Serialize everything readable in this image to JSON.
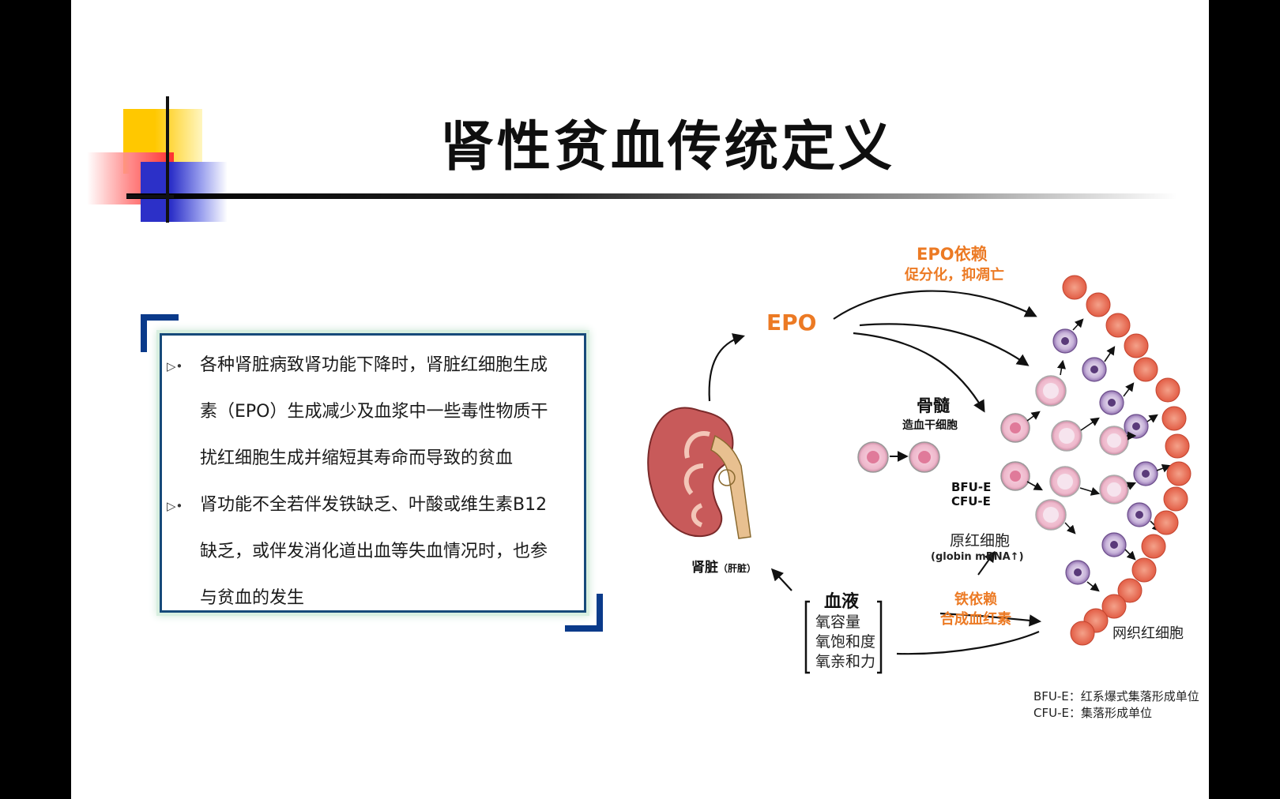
{
  "title": "肾性贫血传统定义",
  "bullets": [
    {
      "lines": [
        "各种肾脏病致肾功能下降时，肾脏红细胞生成",
        "素（EPO）生成减少及血浆中一些毒性物质干",
        "扰红细胞生成并缩短其寿命而导致的贫血"
      ]
    },
    {
      "lines": [
        "肾功能不全若伴发铁缺乏、叶酸或维生素B12",
        "缺乏，或伴发消化道出血等失血情况时，也参",
        "与贫血的发生"
      ]
    }
  ],
  "diagram": {
    "epo": "EPO",
    "epo_dependent_title": "EPO依赖",
    "epo_dependent_sub": "促分化，抑凋亡",
    "bone_marrow": "骨髓",
    "stem_cell": "造血干细胞",
    "bfu": "BFU-E",
    "cfu": "CFU-E",
    "kidney": "肾脏",
    "liver": "（肝脏）",
    "proerythroblast": "原红细胞",
    "globin": "(globin mRNA↑)",
    "iron_dependent_1": "铁依赖",
    "iron_dependent_2": "合成血红素",
    "reticulocyte": "网织红细胞",
    "blood_title": "血液",
    "blood_items": [
      "氧容量",
      "氧饱和度",
      "氧亲和力"
    ],
    "legend_bfu": "BFU-E：红系爆式集落形成单位",
    "legend_cfu": "CFU-E：集落形成单位"
  },
  "colors": {
    "orange": "#ec7a24",
    "box_border": "#164a7a",
    "bracket": "#0a3a8a"
  }
}
